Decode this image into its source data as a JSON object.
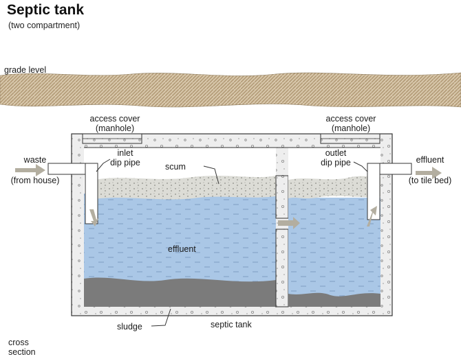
{
  "title": "Septic tank",
  "subtitle": "(two compartment)",
  "labels": {
    "grade_level": "grade level",
    "access_cover_left": [
      "access cover",
      "(manhole)"
    ],
    "access_cover_right": [
      "access cover",
      "(manhole)"
    ],
    "waste": [
      "waste",
      "(from house)"
    ],
    "inlet": [
      "inlet",
      "dip pipe"
    ],
    "outlet": [
      "outlet",
      "dip pipe"
    ],
    "effluent_out": [
      "effluent",
      "(to tile bed)"
    ],
    "scum": "scum",
    "effluent": "effluent",
    "sludge": "sludge",
    "septic_tank": "septic tank",
    "cross_section": [
      "cross",
      "section"
    ]
  },
  "colors": {
    "soil": "#d9c8ac",
    "soil_hatch": "#b8a07e",
    "concrete": "#eeeeee",
    "water": "#aac7e6",
    "water_dash": "#7d9dc3",
    "scum": "#dcdcd6",
    "sludge": "#7b7b7b",
    "arrow": "#b3aea0",
    "outline": "#333333"
  }
}
